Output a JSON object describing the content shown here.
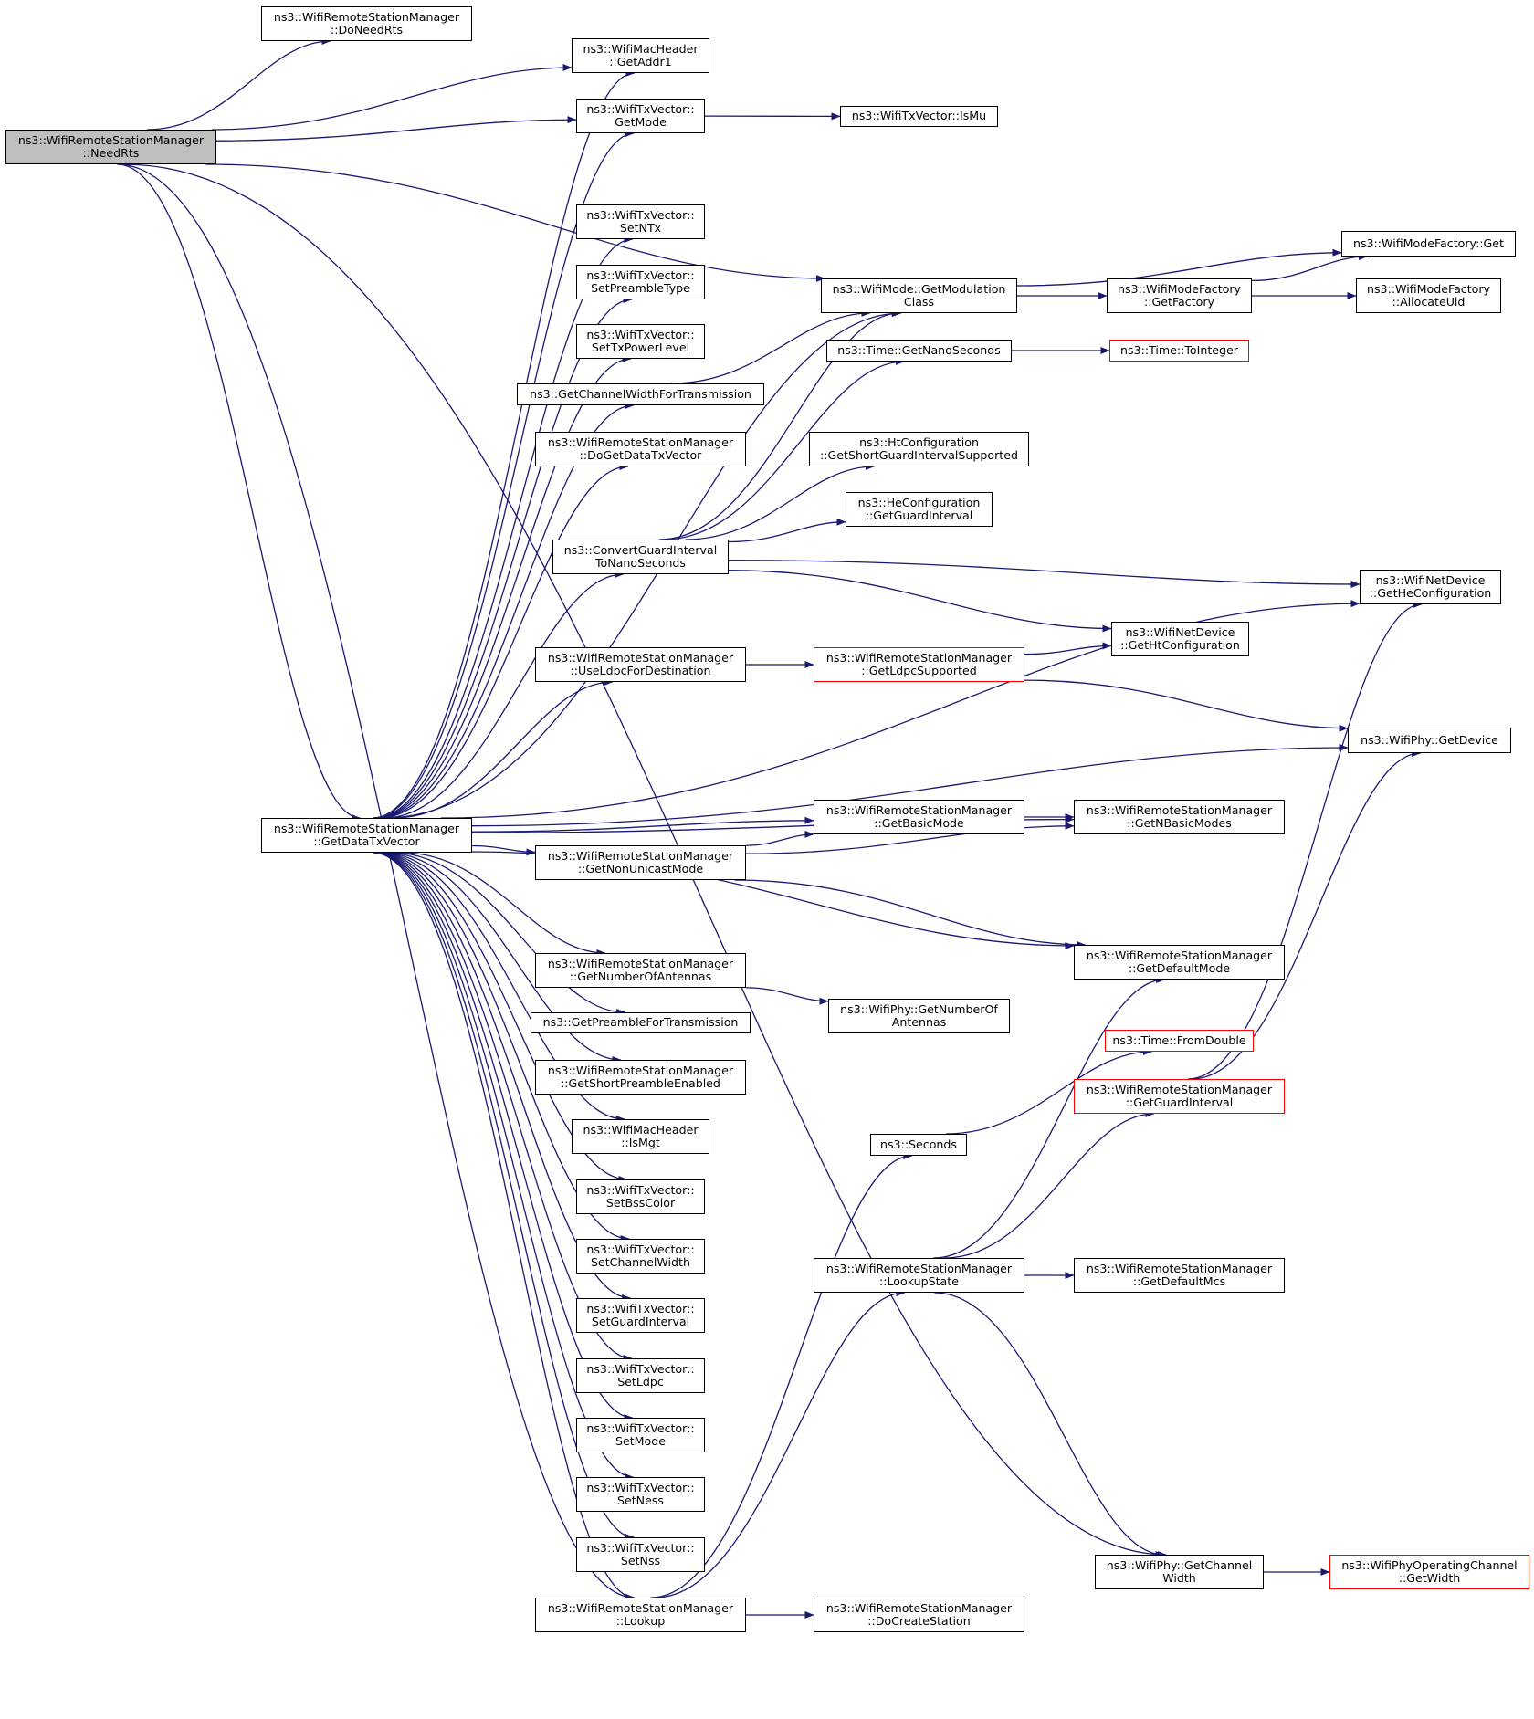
{
  "colors": {
    "edge": "#191970",
    "root_fill": "#bfbfbf",
    "node_border": "#000000",
    "truncated_border": "#ff0000"
  },
  "nodes": {
    "root": {
      "line1": "ns3::WifiRemoteStationManager",
      "line2": "::NeedRts"
    },
    "doNeedRts": {
      "line1": "ns3::WifiRemoteStationManager",
      "line2": "::DoNeedRts"
    },
    "getAddr1": {
      "line1": "ns3::WifiMacHeader",
      "line2": "::GetAddr1"
    },
    "getMode": {
      "line1": "ns3::WifiTxVector::",
      "line2": "GetMode"
    },
    "isMu": {
      "line1": "ns3::WifiTxVector::IsMu"
    },
    "setNTx": {
      "line1": "ns3::WifiTxVector::",
      "line2": "SetNTx"
    },
    "setPreambleType": {
      "line1": "ns3::WifiTxVector::",
      "line2": "SetPreambleType"
    },
    "setTxPowerLevel": {
      "line1": "ns3::WifiTxVector::",
      "line2": "SetTxPowerLevel"
    },
    "getChannelWidthForTransmission": {
      "line1": "ns3::GetChannelWidthForTransmission"
    },
    "doGetDataTxVector": {
      "line1": "ns3::WifiRemoteStationManager",
      "line2": "::DoGetDataTxVector"
    },
    "convertGuardInterval": {
      "line1": "ns3::ConvertGuardInterval",
      "line2": "ToNanoSeconds"
    },
    "useLdpcForDestination": {
      "line1": "ns3::WifiRemoteStationManager",
      "line2": "::UseLdpcForDestination"
    },
    "getDataTxVector": {
      "line1": "ns3::WifiRemoteStationManager",
      "line2": "::GetDataTxVector"
    },
    "getNonUnicastMode": {
      "line1": "ns3::WifiRemoteStationManager",
      "line2": "::GetNonUnicastMode"
    },
    "getNumberOfAntennas": {
      "line1": "ns3::WifiRemoteStationManager",
      "line2": "::GetNumberOfAntennas"
    },
    "getPreambleForTransmission": {
      "line1": "ns3::GetPreambleForTransmission"
    },
    "getShortPreambleEnabled": {
      "line1": "ns3::WifiRemoteStationManager",
      "line2": "::GetShortPreambleEnabled"
    },
    "isMgt": {
      "line1": "ns3::WifiMacHeader",
      "line2": "::IsMgt"
    },
    "setBssColor": {
      "line1": "ns3::WifiTxVector::",
      "line2": "SetBssColor"
    },
    "setChannelWidth": {
      "line1": "ns3::WifiTxVector::",
      "line2": "SetChannelWidth"
    },
    "setGuardInterval": {
      "line1": "ns3::WifiTxVector::",
      "line2": "SetGuardInterval"
    },
    "setLdpc": {
      "line1": "ns3::WifiTxVector::",
      "line2": "SetLdpc"
    },
    "setMode": {
      "line1": "ns3::WifiTxVector::",
      "line2": "SetMode"
    },
    "setNess": {
      "line1": "ns3::WifiTxVector::",
      "line2": "SetNess"
    },
    "setNss": {
      "line1": "ns3::WifiTxVector::",
      "line2": "SetNss"
    },
    "lookup": {
      "line1": "ns3::WifiRemoteStationManager",
      "line2": "::Lookup"
    },
    "getModulationClass": {
      "line1": "ns3::WifiMode::GetModulation",
      "line2": "Class"
    },
    "getNanoSeconds": {
      "line1": "ns3::Time::GetNanoSeconds"
    },
    "getShortGuardIntervalSupported": {
      "line1": "ns3::HtConfiguration",
      "line2": "::GetShortGuardIntervalSupported"
    },
    "heGetGuardInterval": {
      "line1": "ns3::HeConfiguration",
      "line2": "::GetGuardInterval"
    },
    "getLdpcSupported": {
      "line1": "ns3::WifiRemoteStationManager",
      "line2": "::GetLdpcSupported"
    },
    "getBasicMode": {
      "line1": "ns3::WifiRemoteStationManager",
      "line2": "::GetBasicMode"
    },
    "phyGetNumberOfAntennas": {
      "line1": "ns3::WifiPhy::GetNumberOf",
      "line2": "Antennas"
    },
    "seconds": {
      "line1": "ns3::Seconds"
    },
    "lookupState": {
      "line1": "ns3::WifiRemoteStationManager",
      "line2": "::LookupState"
    },
    "doCreateStation": {
      "line1": "ns3::WifiRemoteStationManager",
      "line2": "::DoCreateStation"
    },
    "getFactory": {
      "line1": "ns3::WifiModeFactory",
      "line2": "::GetFactory"
    },
    "toInteger": {
      "line1": "ns3::Time::ToInteger"
    },
    "getHtConfiguration": {
      "line1": "ns3::WifiNetDevice",
      "line2": "::GetHtConfiguration"
    },
    "getNBasicModes": {
      "line1": "ns3::WifiRemoteStationManager",
      "line2": "::GetNBasicModes"
    },
    "getDefaultMode": {
      "line1": "ns3::WifiRemoteStationManager",
      "line2": "::GetDefaultMode"
    },
    "fromDouble": {
      "line1": "ns3::Time::FromDouble"
    },
    "rsmGetGuardInterval": {
      "line1": "ns3::WifiRemoteStationManager",
      "line2": "::GetGuardInterval"
    },
    "getDefaultMcs": {
      "line1": "ns3::WifiRemoteStationManager",
      "line2": "::GetDefaultMcs"
    },
    "phyGetChannelWidth": {
      "line1": "ns3::WifiPhy::GetChannel",
      "line2": "Width"
    },
    "modeFactoryGet": {
      "line1": "ns3::WifiModeFactory::Get"
    },
    "allocateUid": {
      "line1": "ns3::WifiModeFactory",
      "line2": "::AllocateUid"
    },
    "getHeConfiguration": {
      "line1": "ns3::WifiNetDevice",
      "line2": "::GetHeConfiguration"
    },
    "phyGetDevice": {
      "line1": "ns3::WifiPhy::GetDevice"
    },
    "operatingChannelGetWidth": {
      "line1": "ns3::WifiPhyOperatingChannel",
      "line2": "::GetWidth"
    }
  },
  "edges": [
    [
      "root",
      "doNeedRts"
    ],
    [
      "root",
      "getAddr1"
    ],
    [
      "root",
      "getMode"
    ],
    [
      "root",
      "getModulationClass"
    ],
    [
      "root",
      "getDataTxVector"
    ],
    [
      "root",
      "lookup"
    ],
    [
      "root",
      "phyGetChannelWidth"
    ],
    [
      "getMode",
      "isMu"
    ],
    [
      "getDataTxVector",
      "getAddr1"
    ],
    [
      "getDataTxVector",
      "getMode"
    ],
    [
      "getDataTxVector",
      "setNTx"
    ],
    [
      "getDataTxVector",
      "setPreambleType"
    ],
    [
      "getDataTxVector",
      "setTxPowerLevel"
    ],
    [
      "getDataTxVector",
      "getChannelWidthForTransmission"
    ],
    [
      "getDataTxVector",
      "doGetDataTxVector"
    ],
    [
      "getDataTxVector",
      "convertGuardInterval"
    ],
    [
      "getDataTxVector",
      "useLdpcForDestination"
    ],
    [
      "getDataTxVector",
      "getModulationClass"
    ],
    [
      "getDataTxVector",
      "getHeConfiguration"
    ],
    [
      "getDataTxVector",
      "phyGetDevice"
    ],
    [
      "getDataTxVector",
      "getBasicMode"
    ],
    [
      "getDataTxVector",
      "getNBasicModes"
    ],
    [
      "getDataTxVector",
      "getNonUnicastMode"
    ],
    [
      "getDataTxVector",
      "getDefaultMode"
    ],
    [
      "getDataTxVector",
      "getNumberOfAntennas"
    ],
    [
      "getDataTxVector",
      "getPreambleForTransmission"
    ],
    [
      "getDataTxVector",
      "getShortPreambleEnabled"
    ],
    [
      "getDataTxVector",
      "isMgt"
    ],
    [
      "getDataTxVector",
      "setBssColor"
    ],
    [
      "getDataTxVector",
      "setChannelWidth"
    ],
    [
      "getDataTxVector",
      "setGuardInterval"
    ],
    [
      "getDataTxVector",
      "setLdpc"
    ],
    [
      "getDataTxVector",
      "setMode"
    ],
    [
      "getDataTxVector",
      "setNess"
    ],
    [
      "getDataTxVector",
      "setNss"
    ],
    [
      "getDataTxVector",
      "lookup"
    ],
    [
      "getChannelWidthForTransmission",
      "getModulationClass"
    ],
    [
      "convertGuardInterval",
      "getModulationClass"
    ],
    [
      "convertGuardInterval",
      "getNanoSeconds"
    ],
    [
      "convertGuardInterval",
      "getShortGuardIntervalSupported"
    ],
    [
      "convertGuardInterval",
      "heGetGuardInterval"
    ],
    [
      "convertGuardInterval",
      "getHeConfiguration"
    ],
    [
      "convertGuardInterval",
      "getHtConfiguration"
    ],
    [
      "useLdpcForDestination",
      "getLdpcSupported"
    ],
    [
      "getLdpcSupported",
      "getHtConfiguration"
    ],
    [
      "getLdpcSupported",
      "phyGetDevice"
    ],
    [
      "getNonUnicastMode",
      "getBasicMode"
    ],
    [
      "getNonUnicastMode",
      "getNBasicModes"
    ],
    [
      "getNonUnicastMode",
      "getDefaultMode"
    ],
    [
      "getBasicMode",
      "getNBasicModes"
    ],
    [
      "getNumberOfAntennas",
      "phyGetNumberOfAntennas"
    ],
    [
      "getModulationClass",
      "modeFactoryGet"
    ],
    [
      "getModulationClass",
      "getFactory"
    ],
    [
      "getFactory",
      "modeFactoryGet"
    ],
    [
      "getFactory",
      "allocateUid"
    ],
    [
      "getNanoSeconds",
      "toInteger"
    ],
    [
      "lookup",
      "seconds"
    ],
    [
      "lookup",
      "lookupState"
    ],
    [
      "lookup",
      "doCreateStation"
    ],
    [
      "seconds",
      "fromDouble"
    ],
    [
      "lookupState",
      "getDefaultMode"
    ],
    [
      "lookupState",
      "rsmGetGuardInterval"
    ],
    [
      "lookupState",
      "getDefaultMcs"
    ],
    [
      "lookupState",
      "phyGetChannelWidth"
    ],
    [
      "rsmGetGuardInterval",
      "getHeConfiguration"
    ],
    [
      "rsmGetGuardInterval",
      "phyGetDevice"
    ],
    [
      "phyGetChannelWidth",
      "operatingChannelGetWidth"
    ]
  ]
}
